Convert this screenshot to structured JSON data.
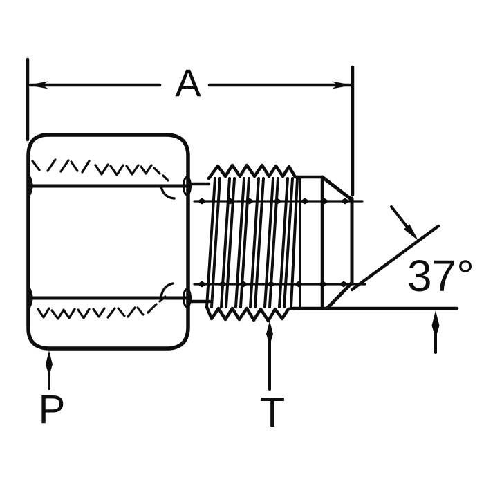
{
  "diagram": {
    "labels": {
      "dimension_a": "A",
      "port_p": "P",
      "thread_t": "T",
      "flare_angle": "37°"
    }
  }
}
